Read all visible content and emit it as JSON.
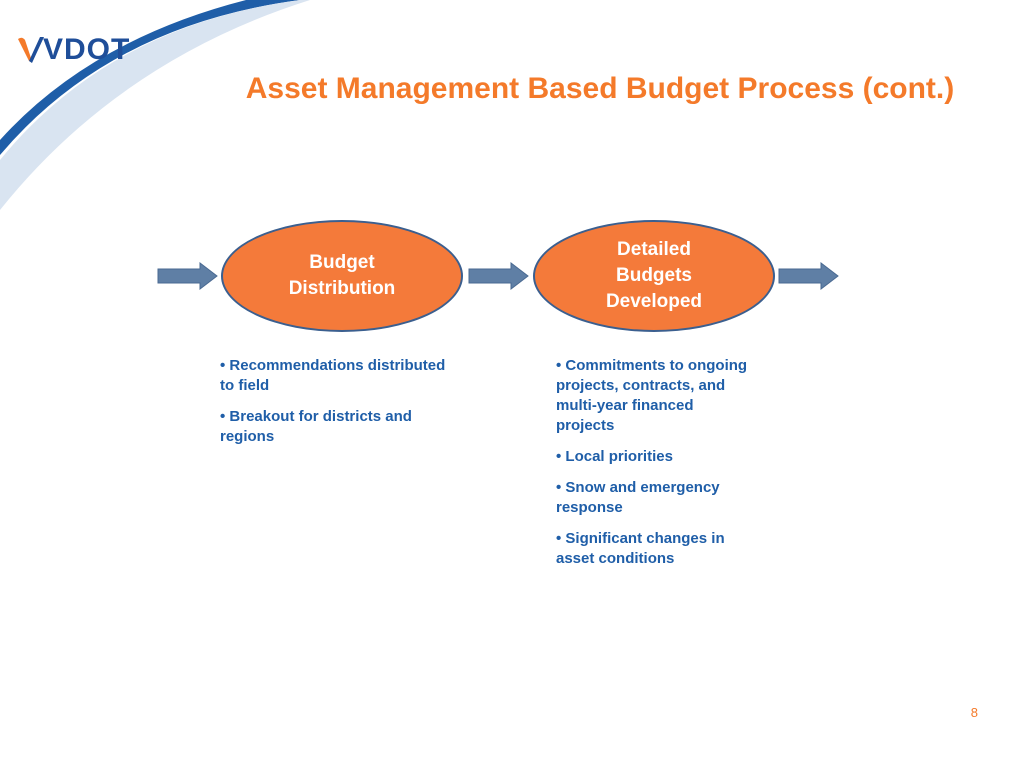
{
  "logo": {
    "text": "VDOT"
  },
  "title": "Asset Management Based Budget Process (cont.)",
  "colors": {
    "accent_orange": "#f47a2a",
    "node_fill": "#f47a3a",
    "node_border": "#3b5f8f",
    "bullet_text": "#1f5ea8",
    "logo_blue": "#1f4e99",
    "arrow_fill": "#5f7fa5"
  },
  "process": {
    "nodes": [
      {
        "label": "Budget\nDistribution"
      },
      {
        "label": "Detailed\nBudgets\nDeveloped"
      }
    ],
    "bullets": [
      {
        "items": [
          "• Recommendations distributed to field",
          "• Breakout for districts and regions"
        ]
      },
      {
        "items": [
          "• Commitments to ongoing projects, contracts, and multi-year financed projects",
          "• Local priorities",
          "• Snow and emergency response",
          "• Significant changes in asset conditions"
        ]
      }
    ]
  },
  "page_number": "8"
}
